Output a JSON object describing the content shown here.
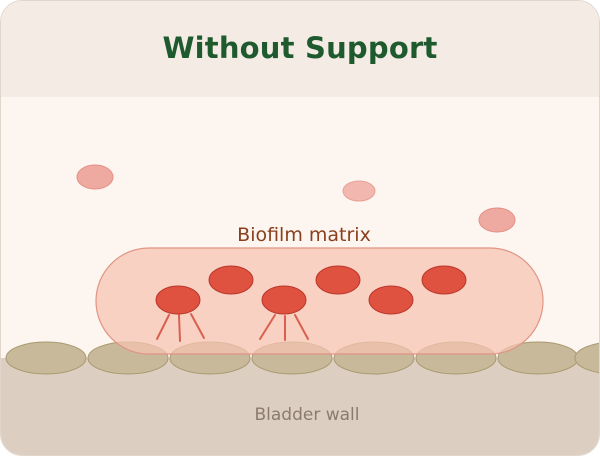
{
  "title": "Without Support",
  "labels": {
    "biofilm_matrix": "Biofilm matrix",
    "bladder_wall": "Bladder wall"
  },
  "colors": {
    "title": "#1f5a2e",
    "header_bg": "#f4ece4",
    "body_bg": "#fdf5f0",
    "wall_bg": "#dccfc2",
    "cell": "#c7b99a",
    "bacterium": "#e05240",
    "free_bacterium": "#eea9a0",
    "matrix_fill": "#f6d0c2"
  }
}
